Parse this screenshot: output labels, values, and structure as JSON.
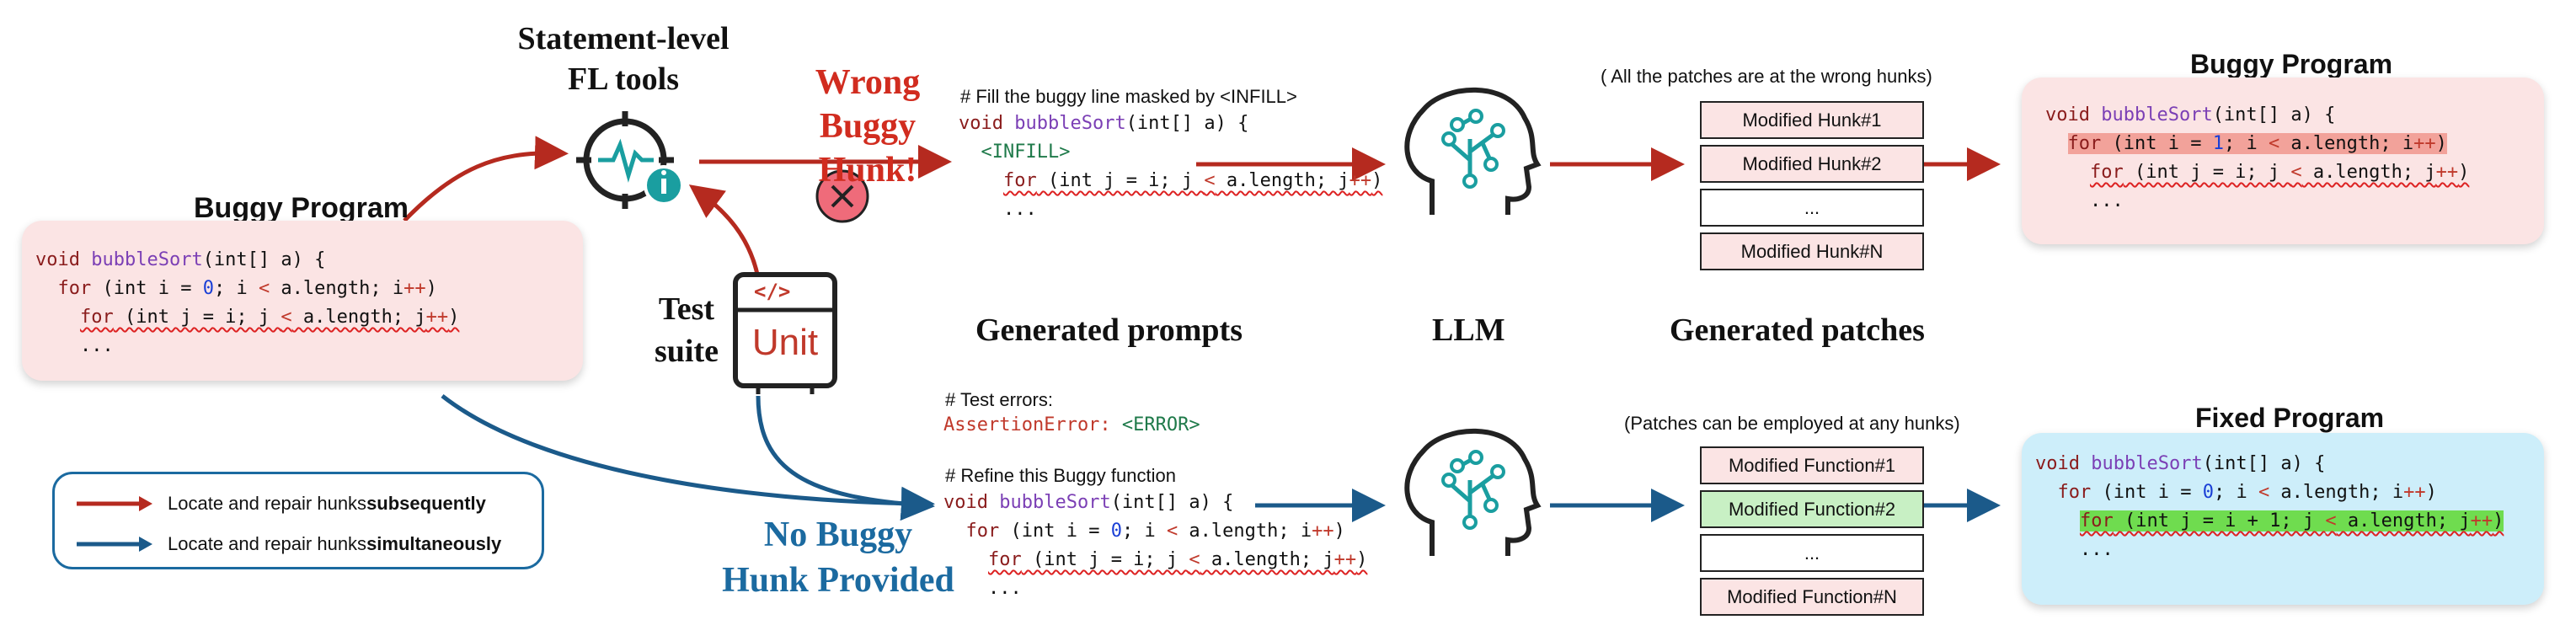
{
  "fl_tools": {
    "line1": "Statement-level",
    "line2": "FL tools"
  },
  "wrong_hunk": {
    "line1": "Wrong",
    "line2": "Buggy Hunk!"
  },
  "test_suite": {
    "line1": "Test",
    "line2": "suite",
    "badge": "Unit",
    "badge_icon": "</>"
  },
  "no_hunk": {
    "line1": "No Buggy",
    "line2": "Hunk Provided"
  },
  "left_program": {
    "title": "Buggy Program",
    "lines": [
      "void bubbleSort(int[] a) {",
      "  for (int i = 0; i < a.length; i++)",
      "    for (int j = i; j < a.length; j++)",
      "    ..."
    ]
  },
  "legend": {
    "items": [
      {
        "text": "Locate and repair hunks ",
        "bold": "subsequently",
        "color": "#b52a1f"
      },
      {
        "text": "Locate and repair hunks ",
        "bold": "simultaneously",
        "color": "#1b5a8a"
      }
    ]
  },
  "top_prompt": {
    "comment": "# Fill the buggy line masked by <INFILL>",
    "lines": [
      "void bubbleSort(int[] a) {",
      "  <INFILL>",
      "    for (int j = i; j < a.length; j++)",
      "    ..."
    ]
  },
  "bottom_prompt": {
    "comment1": "# Test errors:",
    "error_line": "AssertionError: <ERROR>",
    "comment2": "# Refine this Buggy function",
    "lines": [
      "void bubbleSort(int[] a) {",
      "  for (int i = 0; i < a.length; i++)",
      "    for (int j = i; j < a.length; j++)",
      "    ..."
    ]
  },
  "section_labels": {
    "prompts": "Generated prompts",
    "llm": "LLM",
    "patches": "Generated patches"
  },
  "top_patches": {
    "note": "( All the patches are at the wrong hunks)",
    "items": [
      "Modified Hunk#1",
      "Modified Hunk#2",
      "...",
      "Modified Hunk#N"
    ]
  },
  "bottom_patches": {
    "note": "(Patches can be employed at any hunks)",
    "items": [
      "Modified Function#1",
      "Modified Function#2",
      "...",
      "Modified Function#N"
    ]
  },
  "right_buggy": {
    "title": "Buggy Program",
    "lines": [
      "void bubbleSort(int[] a) {",
      "  for (int i = 1; i < a.length; i++)",
      "    for (int j = i; j < a.length; j++)",
      "    ..."
    ]
  },
  "right_fixed": {
    "title": "Fixed Program",
    "lines": [
      "void bubbleSort(int[] a) {",
      "  for (int i = 0; i < a.length; i++)",
      "    for (int j = i + 1; j < a.length; j++)",
      "    ..."
    ]
  },
  "colors": {
    "red_arrow": "#b52a1f",
    "blue_arrow": "#1b5a8a",
    "teal": "#1a9ea0",
    "pink_box": "#fbe4e4",
    "blue_box": "#cdeefa"
  }
}
